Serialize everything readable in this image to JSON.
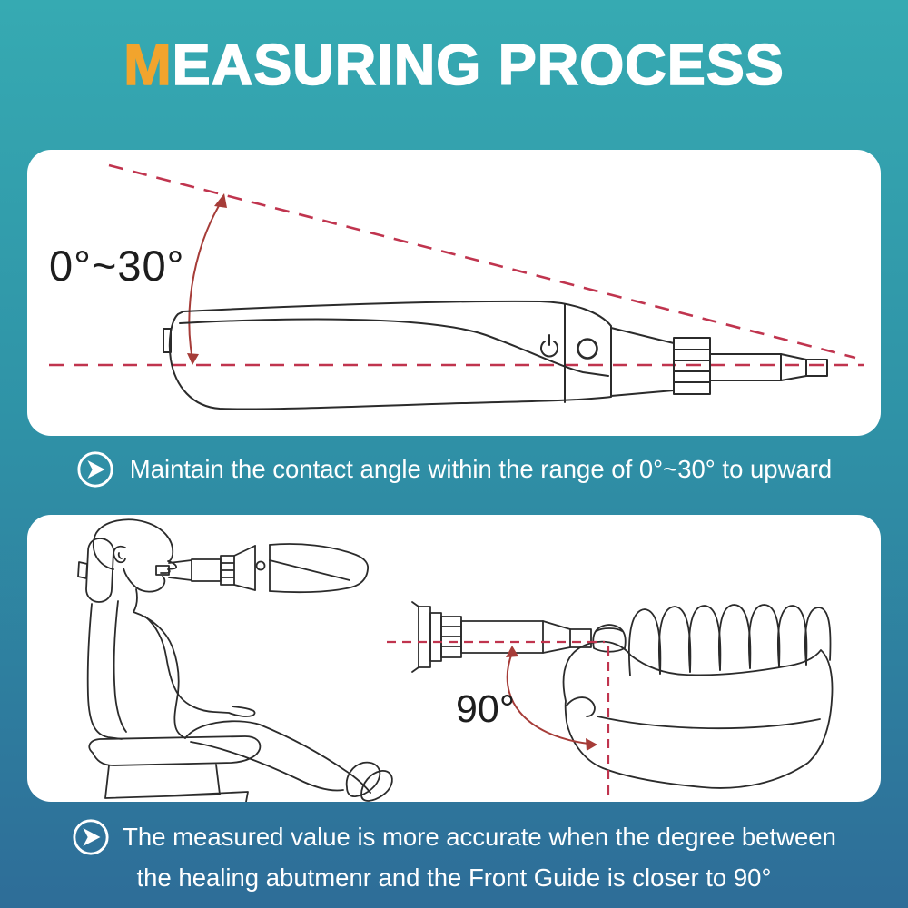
{
  "title": {
    "accent": "M",
    "rest": "EASURING PROCESS"
  },
  "colors": {
    "bg_top": "#36aab2",
    "bg_bottom": "#2e6d98",
    "accent_orange": "#f2a42d",
    "ink": "#2b2b2b",
    "dash_red": "#c0344e",
    "arc_red": "#a63c38",
    "panel": "#ffffff"
  },
  "panel1": {
    "angle_label": "0°~30°",
    "caption": "Maintain the contact angle within the range of 0°~30° to upward",
    "icon": "circle-arrow-right-icon",
    "drawing": "pen-style measuring handpiece with power button and probe tip between dashed angle guides"
  },
  "panel2": {
    "angle_label": "90°",
    "caption_line1": "The measured value is more accurate when the degree between",
    "caption_line2": "the healing abutmenr and the Front Guide is closer to 90°",
    "icon": "circle-arrow-right-icon",
    "drawing": "patient seated in dental chair with device in mouth; close-up of probe meeting healing abutment on lower-jaw model at 90°"
  }
}
